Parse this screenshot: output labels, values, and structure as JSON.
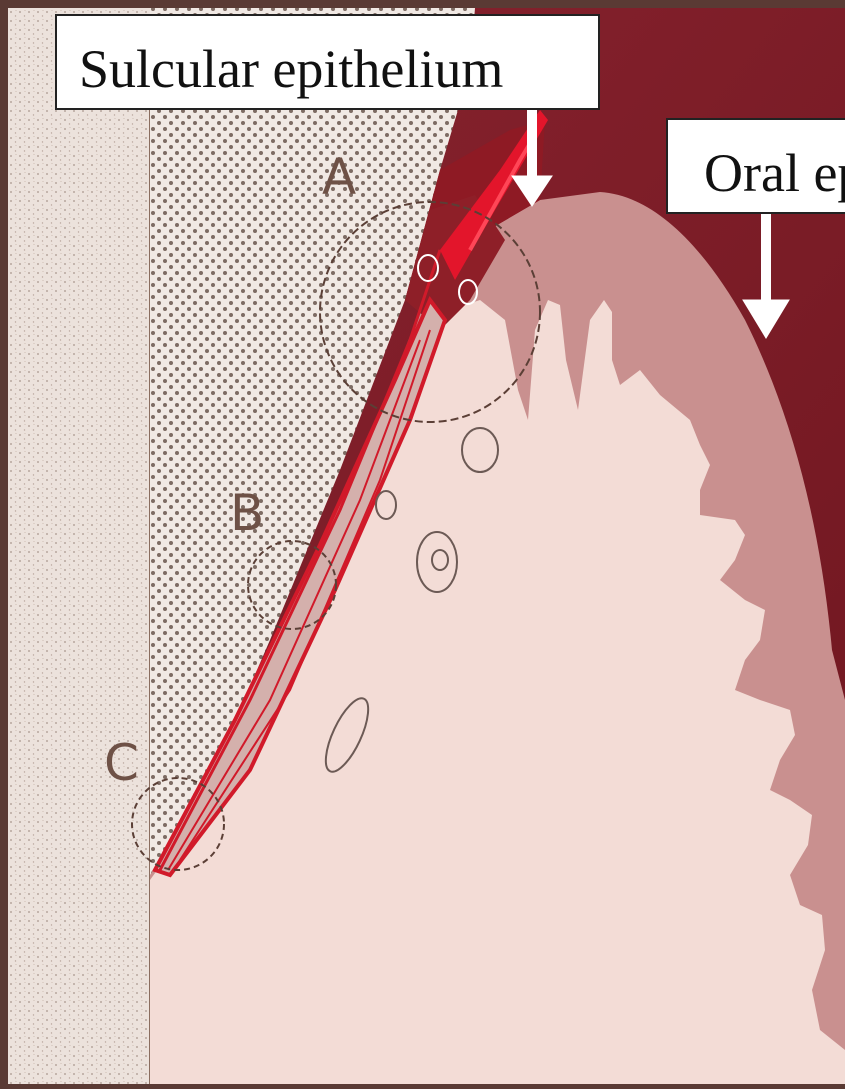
{
  "labels": {
    "sulcular_epithelium": "Sulcular epithelium",
    "oral_epithelium": "Oral epithelium"
  },
  "regions": {
    "a": "A",
    "b": "B",
    "c": "C"
  },
  "colors": {
    "photo_border": "#5a3a34",
    "tooth_speckle": "#ece2dc",
    "enamel_dotted": "#f1e9e4",
    "connective_tissue": "#f3dcd6",
    "oral_epithelium": "#c9908f",
    "dark_background": "#7a1c24",
    "highlight_red": "#e3152b"
  }
}
